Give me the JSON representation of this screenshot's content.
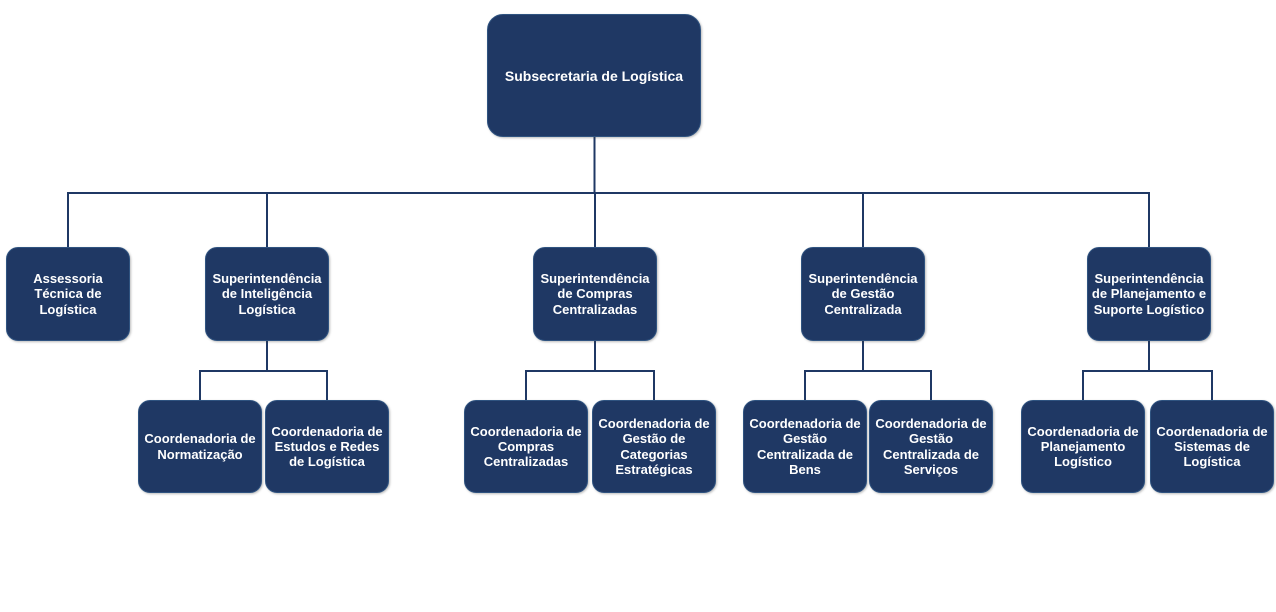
{
  "colors": {
    "box_fill": "#1F3864",
    "box_border": "#2F5380",
    "box_text": "#FFFFFF",
    "connector": "#1F3864",
    "background": "#FFFFFF"
  },
  "org": {
    "root": {
      "label": "Subsecretaria de Logística"
    },
    "level2": [
      {
        "label": "Assessoria Técnica de Logística",
        "children": []
      },
      {
        "label": "Superintendência de Inteligência Logística",
        "children": [
          {
            "label": "Coordenadoria de Normatização"
          },
          {
            "label": "Coordenadoria de Estudos e Redes de Logística"
          }
        ]
      },
      {
        "label": "Superintendência de Compras Centralizadas",
        "children": [
          {
            "label": "Coordenadoria de Compras Centralizadas"
          },
          {
            "label": "Coordenadoria de Gestão de Categorias Estratégicas"
          }
        ]
      },
      {
        "label": "Superintendência de Gestão Centralizada",
        "children": [
          {
            "label": "Coordenadoria de Gestão Centralizada de Bens"
          },
          {
            "label": "Coordenadoria de Gestão Centralizada de Serviços"
          }
        ]
      },
      {
        "label": "Superintendência de Planejamento e Suporte Logístico",
        "children": [
          {
            "label": "Coordenadoria de Planejamento Logístico"
          },
          {
            "label": "Coordenadoria de Sistemas de Logística"
          }
        ]
      }
    ]
  }
}
